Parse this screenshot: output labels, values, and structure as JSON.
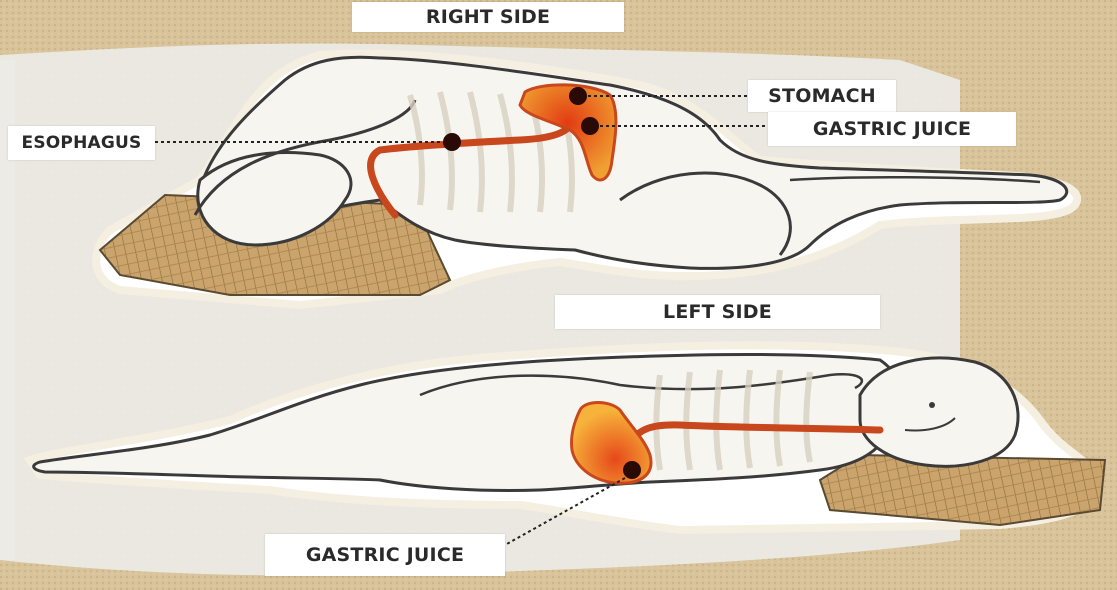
{
  "labels": {
    "right_side": "RIGHT SIDE",
    "left_side": "LEFT SIDE",
    "stomach": "STOMACH",
    "gastric_juice_top": "GASTRIC JUICE",
    "esophagus": "ESOPHAGUS",
    "gastric_juice_bottom": "GASTRIC JUICE"
  },
  "colors": {
    "background": "#e9e3d6",
    "sand": "#d9c59e",
    "stomach_red": "#d9471c",
    "gastric_orange": "#f2a21b",
    "esophagus_line": "#c8471c",
    "dot": "#2a0a06",
    "pillow": "#c9a26a",
    "outline": "#3a3a3a"
  }
}
